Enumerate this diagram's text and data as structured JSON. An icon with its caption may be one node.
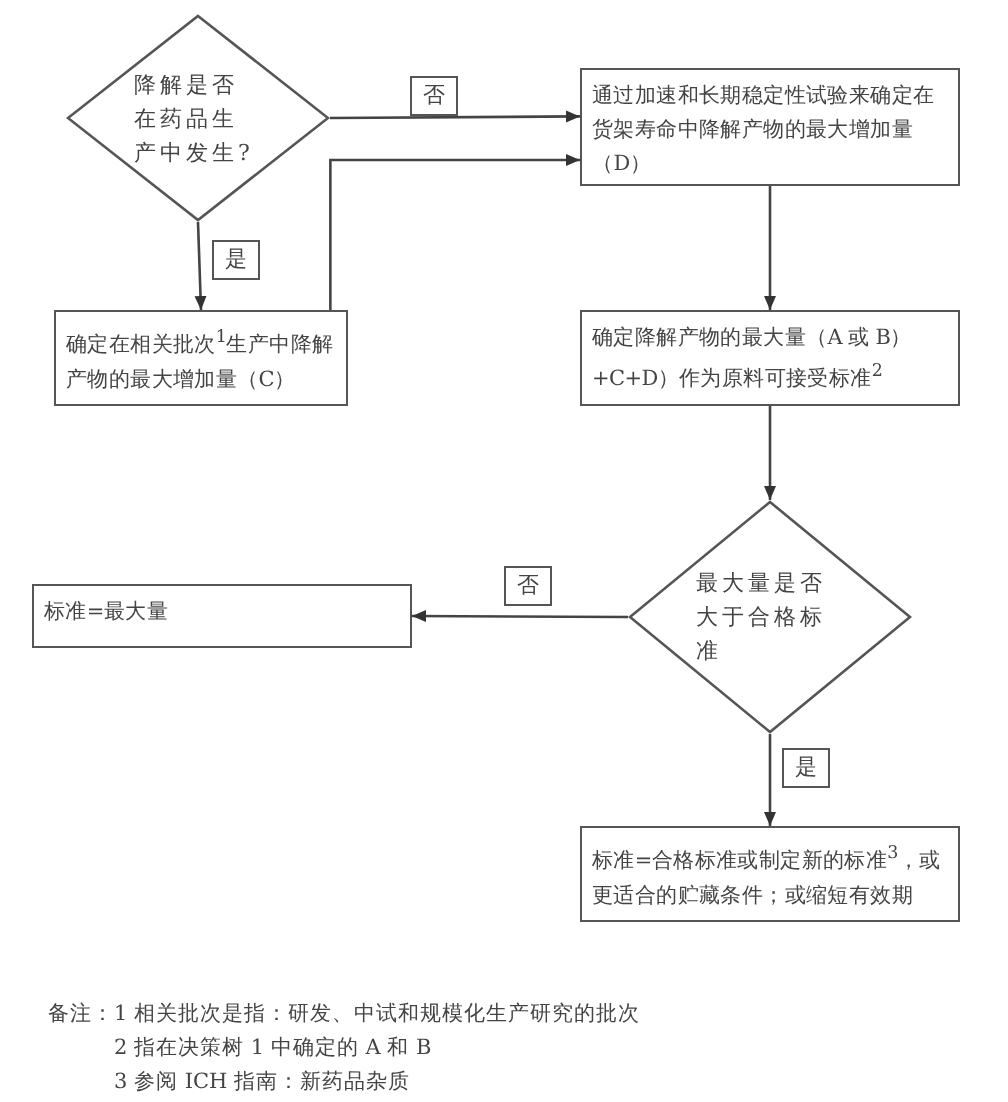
{
  "diagram": {
    "nodes": [
      {
        "text": [
          "降解是否在药品生产中发生?"
        ]
      },
      {
        "text": [
          "通过加速和长期稳定性试验来确定在货架寿命中降解产物的最大增加量（D）"
        ]
      },
      {
        "text": [
          "确定在相关批次$^{1}$生产中降解产物的最大增加量（C）"
        ]
      },
      {
        "text": [
          "确定降解产物的最大量（A 或 B）+C+D）作为原料可接受标准$^{2}$"
        ]
      },
      {
        "text": [
          "最大量是否大于合格标准"
        ]
      },
      {
        "text": [
          "标准=最大量"
        ]
      },
      {
        "text": [
          "标准=合格标准或制定新的标准$^{3}$，或更适合的贮藏条件；或缩短有效期"
        ]
      }
    ],
    "edges": [
      {
        "from": 0,
        "to": 1,
        "arrow": "to",
        "label": "否"
      },
      {
        "from": 0,
        "to": 2,
        "arrow": "to",
        "label": "是"
      },
      {
        "from": 2,
        "to": 1,
        "arrow": "to"
      },
      {
        "from": 1,
        "to": 3,
        "arrow": "to"
      },
      {
        "from": 3,
        "to": 4,
        "arrow": "to"
      },
      {
        "from": 4,
        "to": 5,
        "arrow": "to",
        "label": "否"
      },
      {
        "from": 4,
        "to": 6,
        "arrow": "to",
        "label": "是"
      }
    ],
    "labels": [
      "备注：",
      "1 相关批次是指：研发、中试和规模化生产研究的批次",
      "2 指在决策树 1 中确定的 A 和 B",
      "3 参阅 ICH 指南：新药品杂质"
    ]
  }
}
